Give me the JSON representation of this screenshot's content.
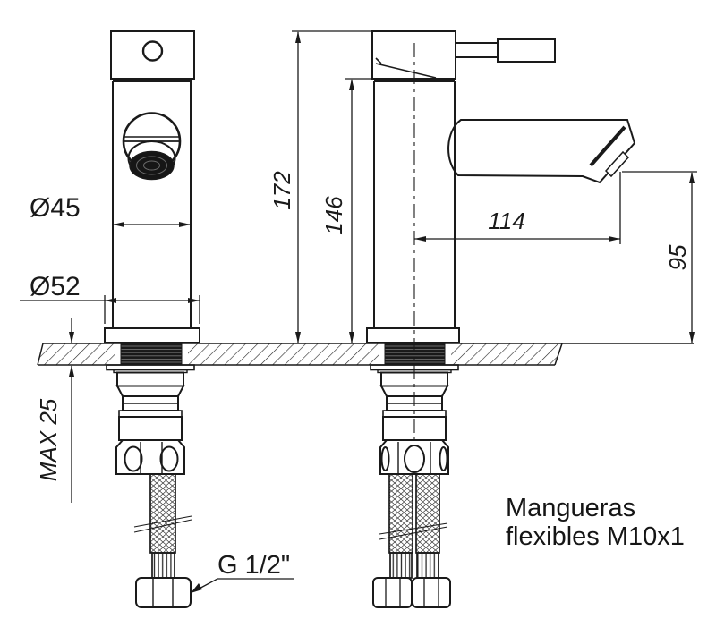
{
  "drawing": {
    "title": "Faucet installation technical drawing",
    "labels": {
      "dim_total_height": "172",
      "dim_upper_body_height": "146",
      "dim_spout_reach": "114",
      "dim_spout_height": "95",
      "dim_max_counter": "MAX 25",
      "dim_body_diameter": "Ø45",
      "dim_base_diameter": "Ø52",
      "dim_hose_thread": "G 1/2\"",
      "note_line1": "Mangueras",
      "note_line2": "flexibles M10x1"
    },
    "colors": {
      "line": "#1a1a1a",
      "background": "#ffffff"
    }
  }
}
